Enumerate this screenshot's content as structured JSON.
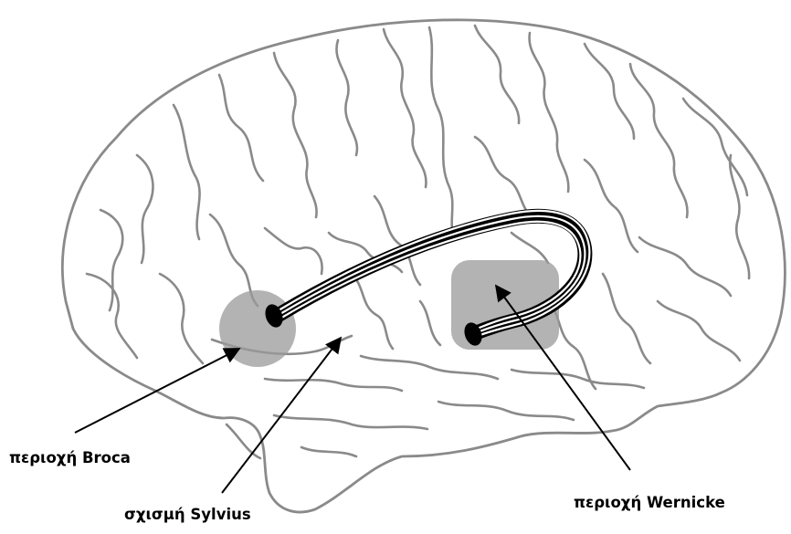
{
  "labels": {
    "broca": "περιοχή Broca",
    "sylvius": "σχισμή Sylvius",
    "wernicke": "περιοχή Wernicke"
  },
  "colors": {
    "outline": "#8a8a8a",
    "region_fill": "#9a9a9a",
    "fiber": "#000000",
    "background": "#ffffff"
  }
}
